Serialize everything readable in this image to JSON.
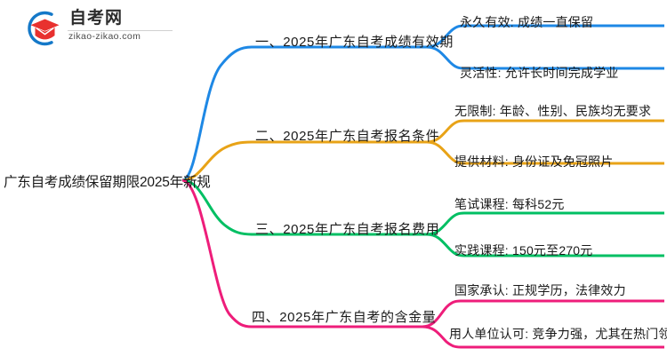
{
  "logo": {
    "name_cn": "自考网",
    "domain": "zikao-zikao.com",
    "mark_icon": "graduation-cap-icon",
    "arc_color": "#1478C8",
    "cap_color": "#E8312F"
  },
  "mindmap": {
    "root": {
      "label": "广东自考成绩保留期限2025年新规"
    },
    "branches": [
      {
        "label": "一、2025年广东自考成绩有效期",
        "color": "#1E88E5",
        "children": [
          {
            "label": "永久有效: 成绩一直保留"
          },
          {
            "label": "灵活性: 允许长时间完成学业"
          }
        ]
      },
      {
        "label": "二、2025年广东自考报名条件",
        "color": "#E8A317",
        "children": [
          {
            "label": "无限制: 年龄、性别、民族均无要求"
          },
          {
            "label": "提供材料: 身份证及免冠照片"
          }
        ]
      },
      {
        "label": "三、2025年广东自考报名费用",
        "color": "#00BF63",
        "children": [
          {
            "label": "笔试课程: 每科52元"
          },
          {
            "label": "实践课程: 150元至270元"
          }
        ]
      },
      {
        "label": "四、2025年广东自考的含金量",
        "color": "#EE1D7A",
        "children": [
          {
            "label": "国家承认: 正规学历，法律效力"
          },
          {
            "label": "用人单位认可: 竞争力强，尤其在热门领域"
          }
        ]
      }
    ]
  }
}
